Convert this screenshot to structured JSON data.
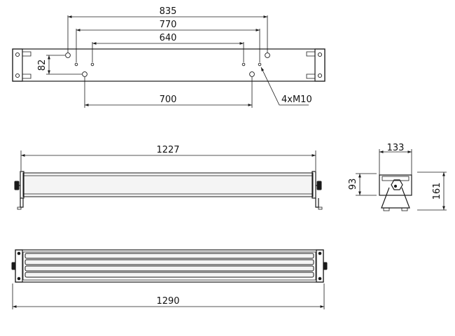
{
  "drawing": {
    "top_view": {
      "dims": {
        "d835": "835",
        "d770": "770",
        "d640": "640",
        "d82": "82",
        "d700": "700"
      },
      "hole_callout": "4xM10"
    },
    "front_view": {
      "dims": {
        "d1227": "1227"
      }
    },
    "side_view": {
      "dims": {
        "d133": "133",
        "d93": "93",
        "d161": "161"
      }
    },
    "bottom_view": {
      "dims": {
        "d1290": "1290"
      }
    }
  }
}
